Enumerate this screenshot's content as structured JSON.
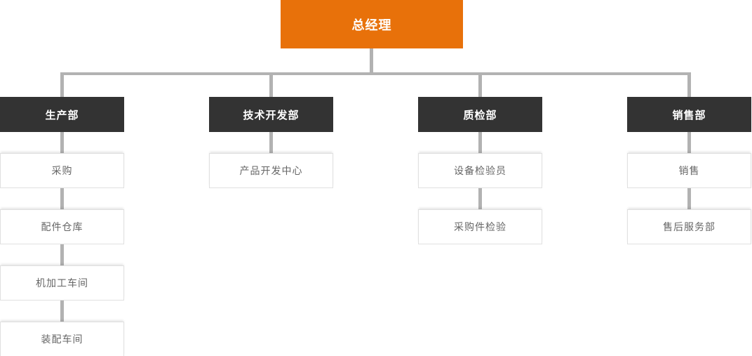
{
  "org_chart": {
    "root": {
      "label": "总经理"
    },
    "departments": [
      {
        "label": "生产部",
        "children": [
          "采购",
          "配件仓库",
          "机加工车间",
          "装配车间"
        ]
      },
      {
        "label": "技术开发部",
        "children": [
          "产品开发中心"
        ]
      },
      {
        "label": "质检部",
        "children": [
          "设备检验员",
          "采购件检验"
        ]
      },
      {
        "label": "销售部",
        "children": [
          "销售",
          "售后服务部"
        ]
      }
    ],
    "colors": {
      "root_bg": "#E8710A",
      "root_text": "#FFFFFF",
      "dept_bg": "#333333",
      "dept_text": "#FFFFFF",
      "connector": "#B2B2B2",
      "child_bg": "#FFFFFF",
      "child_border": "#E0E0E0",
      "child_text": "#666666"
    }
  }
}
